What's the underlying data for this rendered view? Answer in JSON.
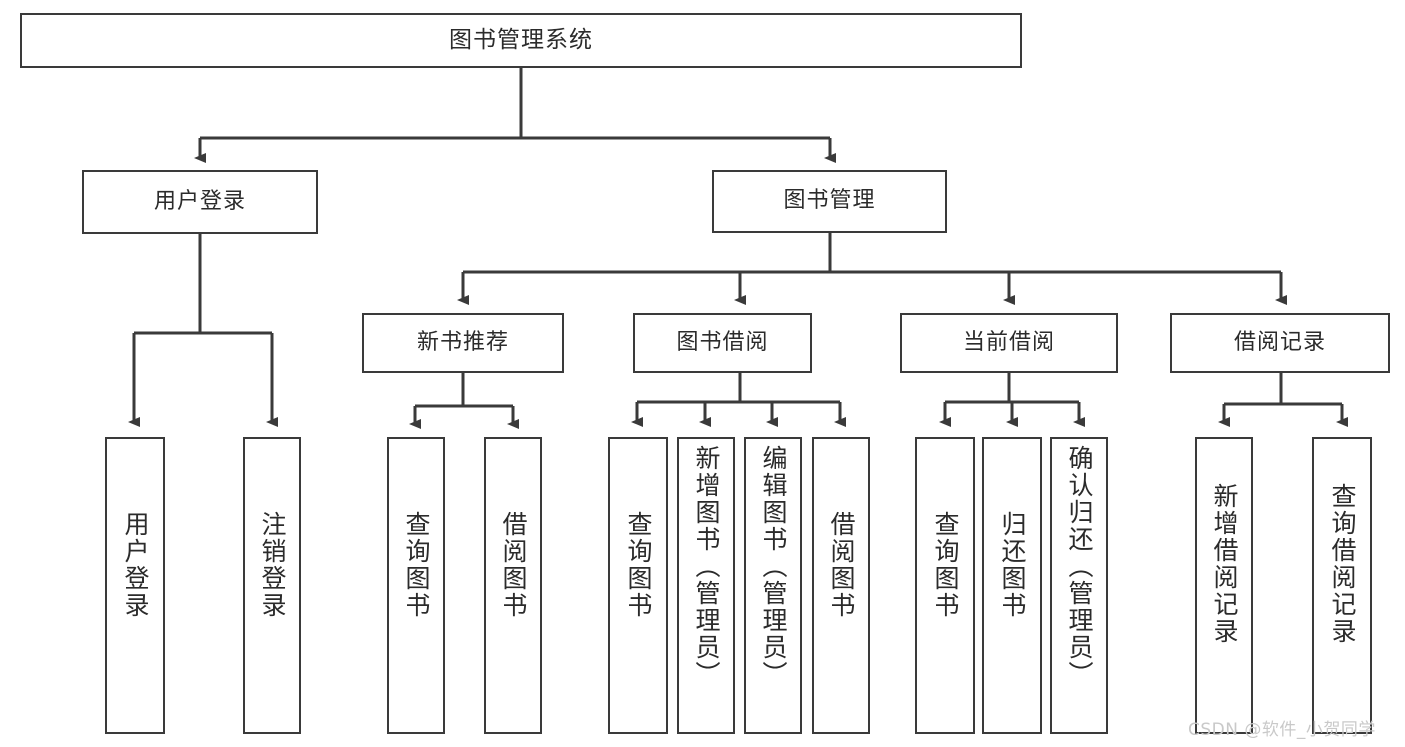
{
  "diagram": {
    "title": "图书管理系统",
    "type": "tree",
    "root": {
      "label": "图书管理系统"
    },
    "level2": [
      {
        "label": "用户登录"
      },
      {
        "label": "图书管理"
      }
    ],
    "level3": [
      {
        "label": "新书推荐"
      },
      {
        "label": "图书借阅"
      },
      {
        "label": "当前借阅"
      },
      {
        "label": "借阅记录"
      }
    ],
    "leaves": {
      "user_login": [
        {
          "label": "用户登录"
        },
        {
          "label": "注销登录"
        }
      ],
      "new_book_recommend": [
        {
          "label": "查询图书"
        },
        {
          "label": "借阅图书"
        }
      ],
      "book_borrow": [
        {
          "label": "查询图书"
        },
        {
          "label": "新增图书（管理员）"
        },
        {
          "label": "编辑图书（管理员）"
        },
        {
          "label": "借阅图书"
        }
      ],
      "current_borrow": [
        {
          "label": "查询图书"
        },
        {
          "label": "归还图书"
        },
        {
          "label": "确认归还（管理员）"
        }
      ],
      "borrow_record": [
        {
          "label": "新增借阅记录"
        },
        {
          "label": "查询借阅记录"
        }
      ]
    },
    "watermark": "CSDN @软件_小贺同学",
    "colors": {
      "stroke": "#3a3a3a",
      "fill": "#ffffff",
      "text": "#2b2b2b",
      "watermark": "#c9c9c9"
    }
  }
}
